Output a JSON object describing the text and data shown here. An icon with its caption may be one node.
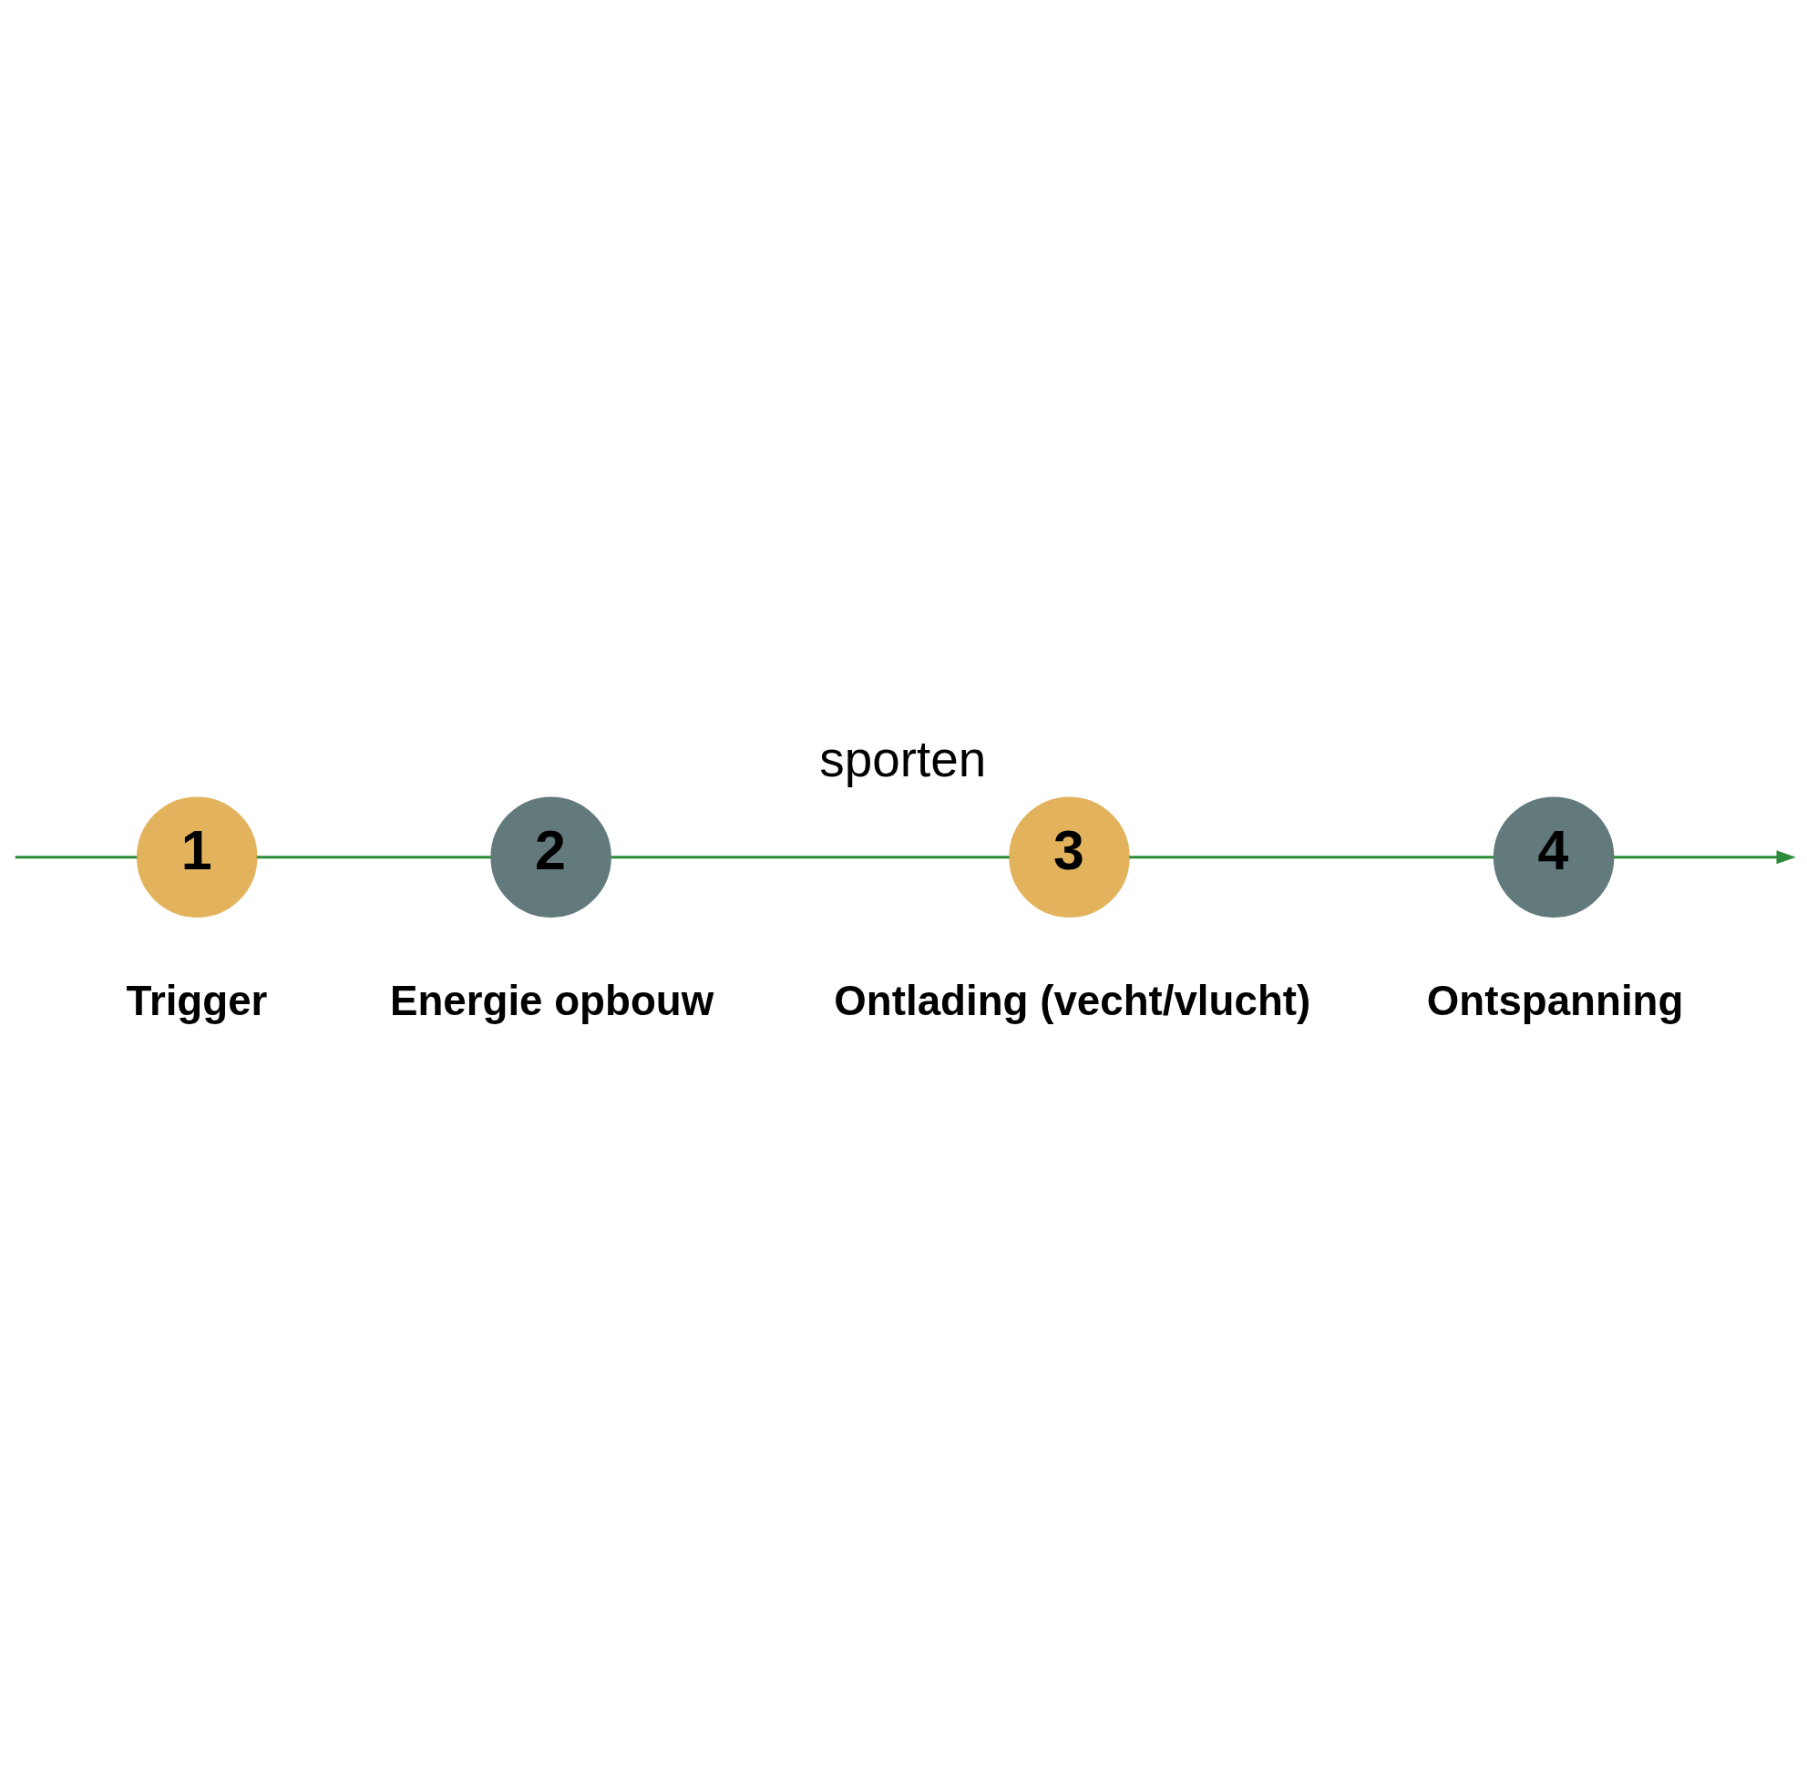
{
  "diagram": {
    "title": "sporten",
    "nodes": [
      {
        "text": [
          "1"
        ],
        "beside": [
          "Trigger"
        ]
      },
      {
        "text": [
          "2"
        ],
        "beside": [
          "Energie opbouw"
        ]
      },
      {
        "text": [
          "3"
        ],
        "beside": [
          "Ontlading (vecht/vlucht)"
        ]
      },
      {
        "text": [
          "4"
        ],
        "beside": [
          "Ontspanning"
        ]
      }
    ],
    "edges": [
      {
        "from": null,
        "to": 0,
        "arrow": "none"
      },
      {
        "from": 0,
        "to": 1,
        "arrow": "none"
      },
      {
        "from": 1,
        "to": 2,
        "arrow": "none"
      },
      {
        "from": 2,
        "to": 3,
        "arrow": "none"
      },
      {
        "from": 3,
        "to": null,
        "arrow": "to"
      }
    ]
  }
}
